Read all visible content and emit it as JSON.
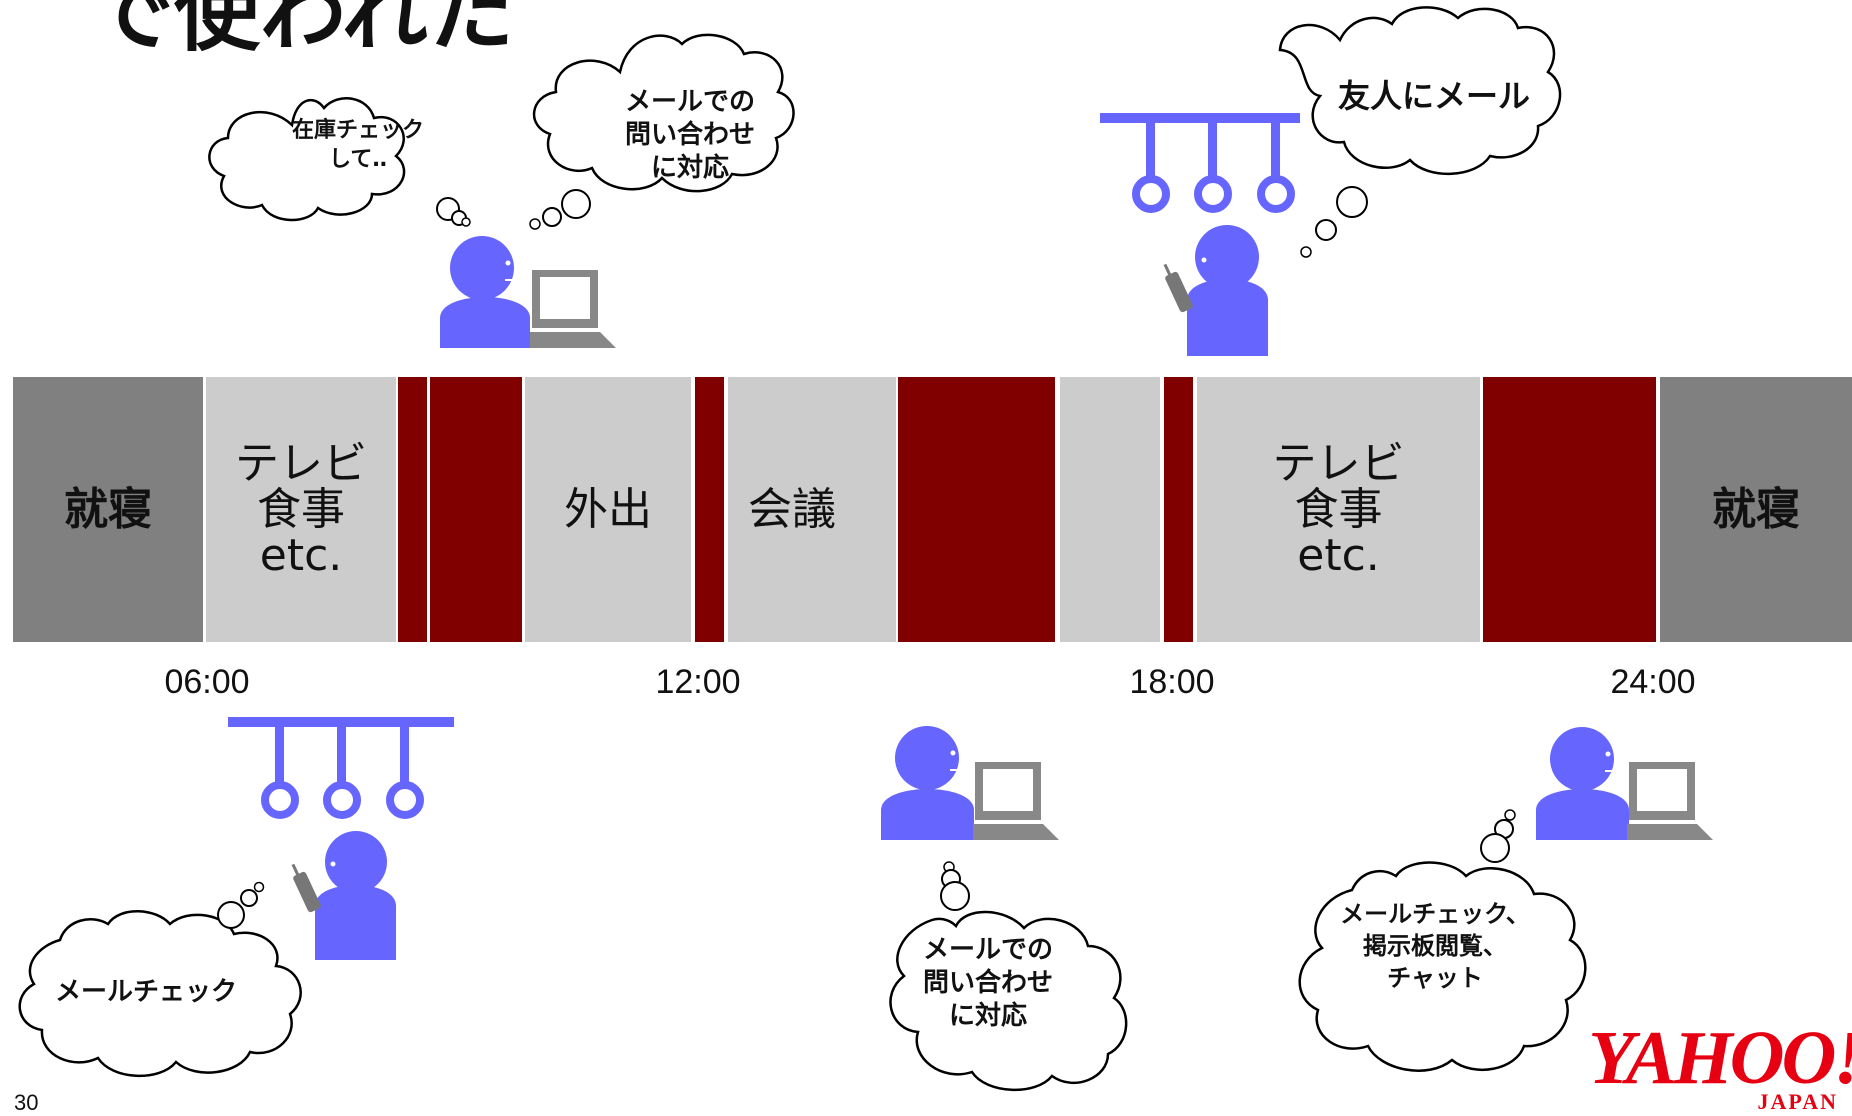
{
  "slide": {
    "title_fragment": "で使われた",
    "page_number": "30"
  },
  "timeline": {
    "segments": [
      {
        "label": "就寝",
        "kind": "sleep"
      },
      {
        "label": "テレビ\n食事\netc.",
        "kind": "offline"
      },
      {
        "label": "",
        "kind": "online"
      },
      {
        "label": "",
        "kind": "online"
      },
      {
        "label": "外出",
        "kind": "offline"
      },
      {
        "label": "",
        "kind": "online"
      },
      {
        "label": "会議",
        "kind": "offline"
      },
      {
        "label": "",
        "kind": "online"
      },
      {
        "label": "",
        "kind": "offline"
      },
      {
        "label": "",
        "kind": "online"
      },
      {
        "label": "テレビ\n食事\netc.",
        "kind": "offline"
      },
      {
        "label": "",
        "kind": "online"
      },
      {
        "label": "就寝",
        "kind": "sleep"
      }
    ],
    "ticks": [
      "06:00",
      "12:00",
      "18:00",
      "24:00"
    ]
  },
  "thoughts": {
    "stock_check": "在庫チェック\nして‥",
    "mail_inquiry_top": "メールでの\n問い合わせ\nに対応",
    "mail_to_friend": "友人にメール",
    "mail_check": "メールチェック",
    "mail_inquiry_bottom": "メールでの\n問い合わせ\nに対応",
    "evening": "メールチェック、\n掲示板閲覧、\nチャット"
  },
  "logo": {
    "main": "YAHOO!",
    "sub": "JAPAN"
  },
  "colors": {
    "sleep": "#808080",
    "offline": "#cccccc",
    "online": "#800000",
    "person": "#6666ff",
    "laptop": "#888888",
    "logo": "#e60012"
  }
}
